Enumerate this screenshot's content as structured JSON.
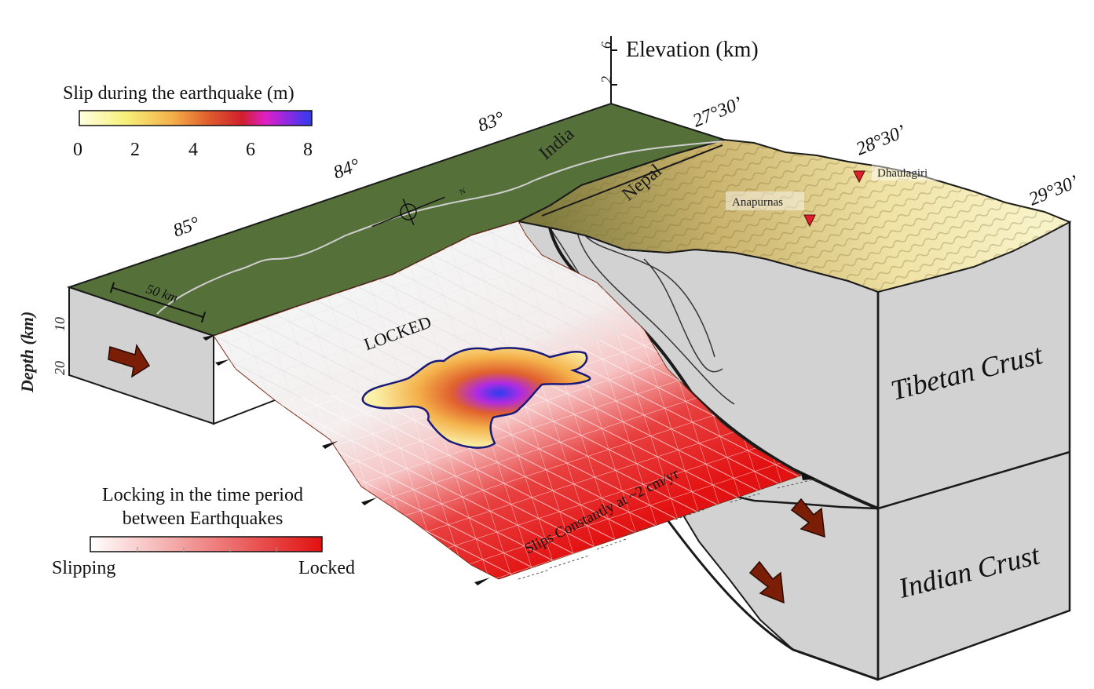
{
  "slip_legend": {
    "title": "Slip during the earthquake (m)",
    "ticks": [
      "0",
      "2",
      "4",
      "6",
      "8"
    ],
    "colors": [
      "#ffffe0",
      "#f7f07a",
      "#f4b04a",
      "#e0602e",
      "#d11f2d",
      "#e01fc4",
      "#8a2be2",
      "#2d3cf0"
    ]
  },
  "locking_legend": {
    "title_line1": "Locking in the time period",
    "title_line2": "between Earthquakes",
    "left_label": "Slipping",
    "right_label": "Locked",
    "colors": [
      "#ffffff",
      "#e11010"
    ]
  },
  "elevation_axis": {
    "title": "Elevation (km)",
    "ticks": [
      "6",
      "2"
    ]
  },
  "depth_axis": {
    "title": "Depth (km)",
    "ticks": [
      "10",
      "20"
    ]
  },
  "longitudes": [
    "83°",
    "84°",
    "85°"
  ],
  "latitudes": [
    "27°30’",
    "28°30’",
    "29°30’"
  ],
  "country_labels": {
    "india": "India",
    "nepal": "Nepal"
  },
  "scale_bar": "50 km",
  "compass_label": "N",
  "peaks": {
    "dhaulagiri": "Dhaulagiri",
    "anapurnas": "Anapurnas"
  },
  "fault_labels": {
    "locked": "LOCKED",
    "creeping": "Slips Constantly at ~2 cm/yr"
  },
  "crust_labels": {
    "tibetan": "Tibetan Crust",
    "indian": "Indian Crust"
  },
  "colors": {
    "lowland": "#56703a",
    "block_face": "#d2d2d2",
    "outline": "#1a1a1a",
    "arrow": "#7a1e08",
    "peak_marker": "#e0202a",
    "mountain_light": "#f3eab0",
    "mountain_dark": "#8a7a40"
  }
}
